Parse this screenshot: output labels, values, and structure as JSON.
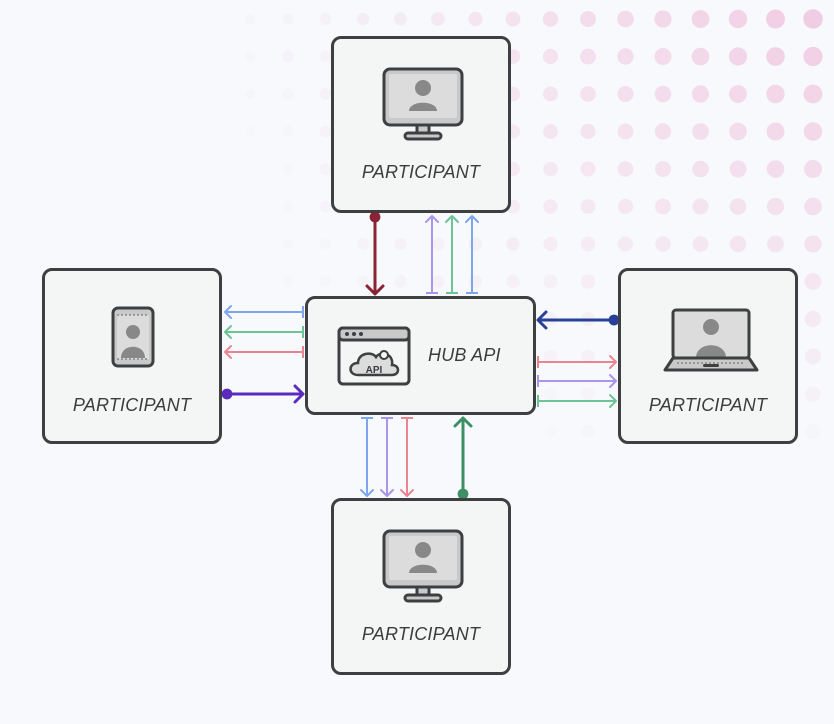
{
  "diagram": {
    "hub": {
      "label": "HUB API",
      "icon": "api-cloud-window-icon",
      "icon_text": "API"
    },
    "participants": [
      {
        "position": "top",
        "label": "PARTICIPANT",
        "icon": "desktop-monitor-user-icon"
      },
      {
        "position": "left",
        "label": "PARTICIPANT",
        "icon": "mobile-phone-user-icon"
      },
      {
        "position": "right",
        "label": "PARTICIPANT",
        "icon": "laptop-user-icon"
      },
      {
        "position": "bottom",
        "label": "PARTICIPANT",
        "icon": "desktop-monitor-user-icon"
      }
    ],
    "colors": {
      "border": "#3d3f41",
      "node_fill": "#f4f5f5",
      "dot_pattern": "#f0c6df",
      "arrow_dark_red": "#8b2335",
      "arrow_dark_blue": "#27409a",
      "arrow_purple": "#5b2bbd",
      "arrow_green": "#3e8f64",
      "arrow_light_blue": "#7ea6f0",
      "arrow_light_green": "#6cc497",
      "arrow_light_red": "#ea8590",
      "arrow_light_purple": "#a995ea"
    }
  }
}
